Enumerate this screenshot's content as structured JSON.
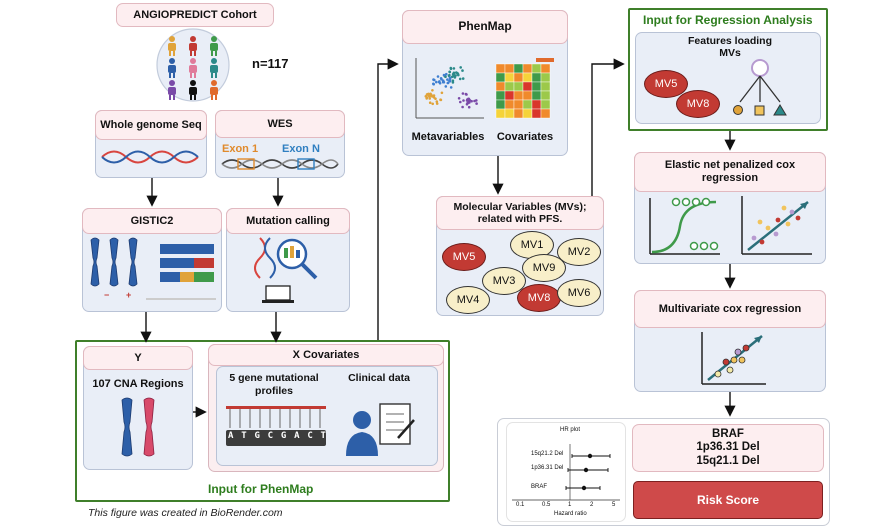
{
  "cohort": {
    "title": "ANGIOPREDICT Cohort",
    "n": "n=117"
  },
  "wgs": {
    "title": "Whole genome Seq"
  },
  "wes": {
    "title": "WES",
    "exon1": "Exon 1",
    "exonN": "Exon N"
  },
  "gistic": {
    "title": "GISTIC2"
  },
  "mutation": {
    "title": "Mutation calling"
  },
  "y": {
    "title": "Y",
    "regions": "107 CNA Regions"
  },
  "xcov": {
    "title": "X Covariates",
    "profiles": "5 gene mutational profiles",
    "clinical": "Clinical data",
    "dna": [
      "A",
      "T",
      "G",
      "C",
      "G",
      "A",
      "C",
      "T"
    ]
  },
  "input_phenmap": "Input for PhenMap",
  "phenmap": {
    "title": "PhenMap",
    "meta": "Metavariables",
    "cov": "Covariates"
  },
  "mvs": {
    "title": "Molecular Variables (MVs); related with PFS.",
    "items": [
      "MV1",
      "MV2",
      "MV3",
      "MV4",
      "MV5",
      "MV6",
      "MV8",
      "MV9"
    ]
  },
  "regression_input": {
    "title": "Input for Regression Analysis",
    "features": "Features loading MVs",
    "mv_a": "MV5",
    "mv_b": "MV8"
  },
  "elastic": {
    "title": "Elastic net penalized cox regression"
  },
  "multivariate": {
    "title": "Multivariate cox regression"
  },
  "hr": {
    "plot_title": "HR plot",
    "labels": [
      "15q21.2 Del",
      "1p36.31 Del",
      "BRAF"
    ],
    "ticks": [
      "0.1",
      "0.5",
      "1",
      "2",
      "5"
    ],
    "xlabel": "Hazard ratio"
  },
  "result": {
    "line1": "BRAF",
    "line2": "1p36.31 Del",
    "line3": "15q21.1 Del",
    "risk": "Risk Score"
  },
  "footer": "This figure was created in BioRender.com",
  "colors": {
    "green": "#3f7f2a",
    "red": "#c23a33",
    "cream": "#f8efc9",
    "teal": "#2b8a8a"
  }
}
